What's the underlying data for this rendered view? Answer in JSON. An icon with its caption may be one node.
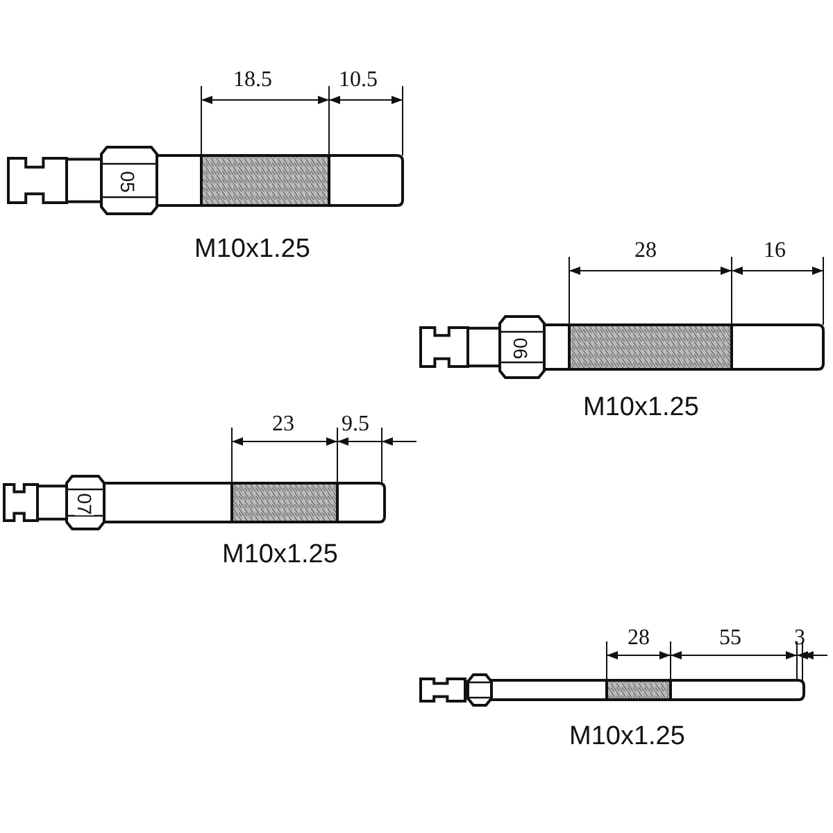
{
  "diagram": {
    "labels": [
      "18.5",
      "10.5",
      "05",
      "M10x1.25",
      "28",
      "16",
      "06",
      "M10x1.25",
      "23",
      "9.5",
      "07",
      "M10x1.25",
      "28",
      "55",
      "3",
      "M10x1.25"
    ]
  }
}
